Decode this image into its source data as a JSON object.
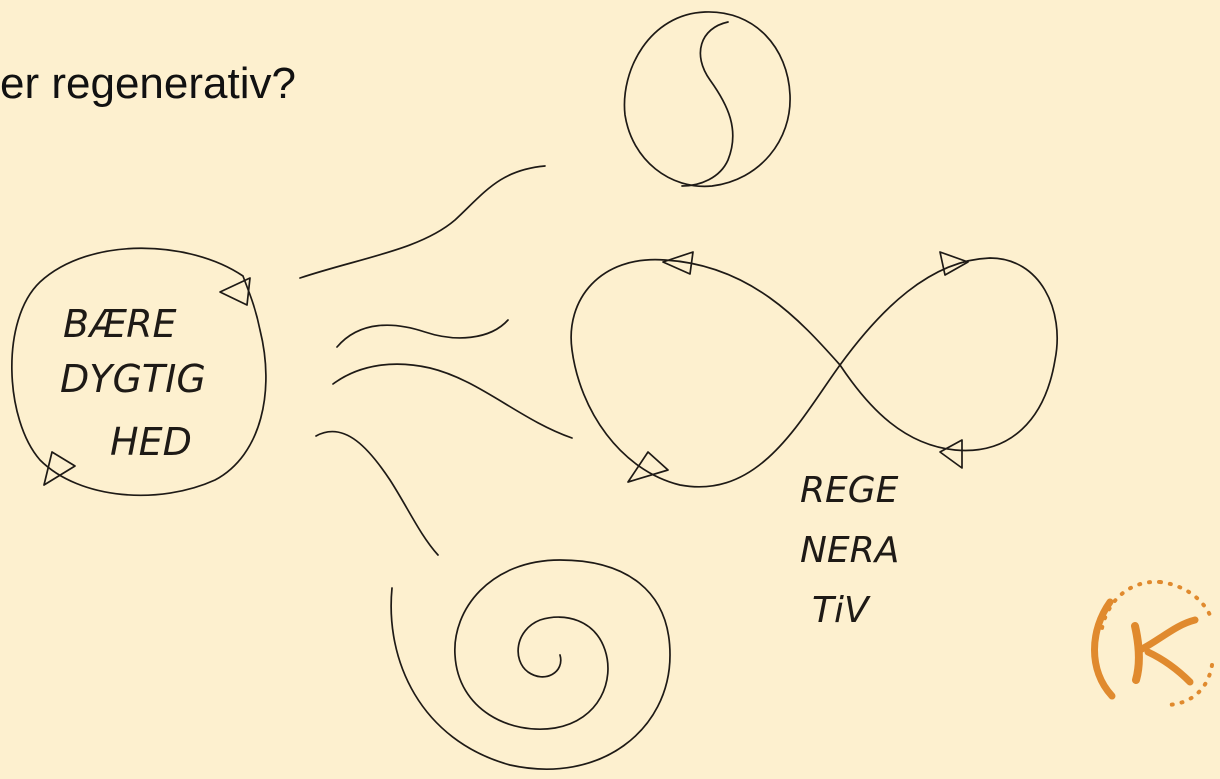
{
  "slide": {
    "title": "er regenerativ?"
  },
  "diagram": {
    "left_circle_label": [
      "BÆRE",
      "DYGTIG",
      "HED"
    ],
    "regenerative_label": [
      "REGE",
      "NERA",
      "TiV"
    ]
  },
  "logo": {
    "letter": "K",
    "color": "#e08a2e"
  },
  "colors": {
    "background": "#fdf0cf",
    "ink": "#1e1a16"
  }
}
